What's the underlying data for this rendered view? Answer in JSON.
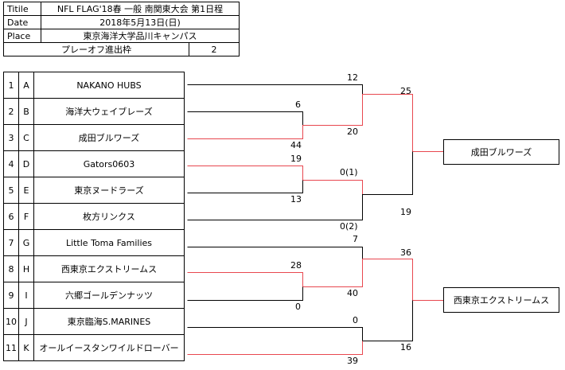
{
  "info": {
    "title_label": "Titile",
    "title_value": "NFL FLAG'18春 一般 南関東大会 第1日程",
    "date_label": "Date",
    "date_value": "2018年5月13日(日)",
    "place_label": "Place",
    "place_value": "東京海洋大学品川キャンパス",
    "playoff_label": "プレーオフ進出枠",
    "playoff_value": "2"
  },
  "teams": [
    {
      "no": "1",
      "letter": "A",
      "name": "NAKANO HUBS"
    },
    {
      "no": "2",
      "letter": "B",
      "name": "海洋大ウェイブレーズ"
    },
    {
      "no": "3",
      "letter": "C",
      "name": "成田ブルワーズ"
    },
    {
      "no": "4",
      "letter": "D",
      "name": "Gators0603"
    },
    {
      "no": "5",
      "letter": "E",
      "name": "東京ヌードラーズ"
    },
    {
      "no": "6",
      "letter": "F",
      "name": "枚方リンクス"
    },
    {
      "no": "7",
      "letter": "G",
      "name": "Little Toma Families"
    },
    {
      "no": "8",
      "letter": "H",
      "name": "西東京エクストリームス"
    },
    {
      "no": "9",
      "letter": "I",
      "name": "六郷ゴールデンナッツ"
    },
    {
      "no": "10",
      "letter": "J",
      "name": "東京臨海S.MARINES"
    },
    {
      "no": "11",
      "letter": "K",
      "name": "オールイースタンワイルドローバー"
    }
  ],
  "scores": {
    "a": "12",
    "bc_b": "6",
    "bc_c": "44",
    "a_vs_bc_bc": "20",
    "de_d": "19",
    "de_e": "13",
    "de_f_top": "0(1)",
    "de_f_bottom": "0(2)",
    "top_final_top": "25",
    "top_final_bottom": "19",
    "g": "7",
    "hi_h": "28",
    "hi_i": "0",
    "g_vs_hi_hi": "40",
    "jk_j": "0",
    "jk_k": "39",
    "bottom_final_top": "36",
    "bottom_final_bottom": "16"
  },
  "winners": {
    "top": "成田ブルワーズ",
    "bottom": "西東京エクストリームス"
  },
  "colors": {
    "win_line": "#e8474f",
    "lose_line": "#000000"
  }
}
